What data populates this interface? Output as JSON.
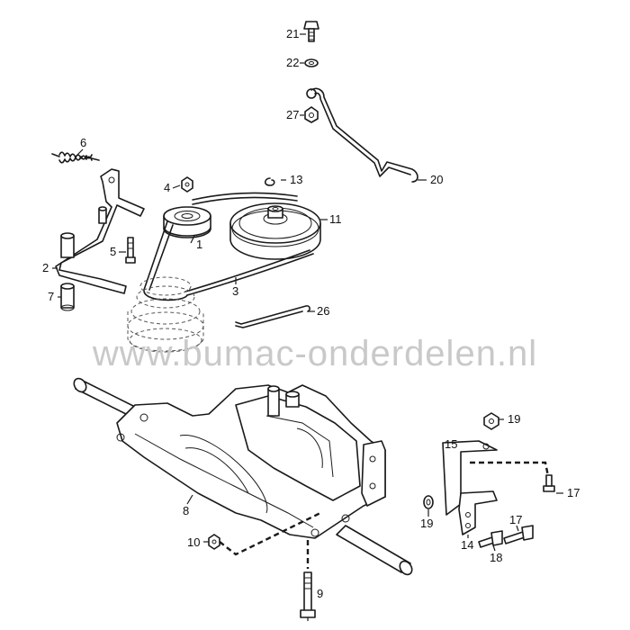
{
  "watermark": "www.bumac-onderdelen.nl",
  "callouts": {
    "c1": "1",
    "c2": "2",
    "c3": "3",
    "c4": "4",
    "c5": "5",
    "c6": "6",
    "c7": "7",
    "c8": "8",
    "c9": "9",
    "c10": "10",
    "c11": "11",
    "c13": "13",
    "c14": "14",
    "c15": "15",
    "c17a": "17",
    "c17b": "17",
    "c18": "18",
    "c19a": "19",
    "c19b": "19",
    "c20": "20",
    "c21": "21",
    "c22": "22",
    "c26": "26",
    "c27": "27"
  }
}
